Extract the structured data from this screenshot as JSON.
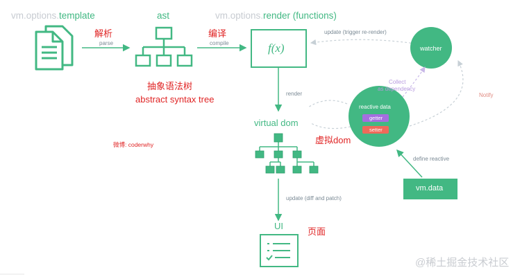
{
  "labels": {
    "template_prefix": "vm.options.",
    "template_word": "template",
    "ast": "ast",
    "render_prefix": "vm.options.",
    "render_word": "render (functions)",
    "parse_cn": "解析",
    "parse": "parse",
    "compile_cn": "编译",
    "compile": "compile",
    "fx": "f(x)",
    "update_trigger": "update (trigger re-render)",
    "watcher": "watcher",
    "ast_cn": "抽象语法树",
    "ast_en": "abstract syntax tree",
    "render": "render",
    "collect_line1": "Collect",
    "collect_line2": "as dependency",
    "notify": "Notify",
    "reactive_data": "reactive data",
    "getter": "getter",
    "setter": "setter",
    "virtual_dom": "virtual dom",
    "virtual_dom_cn": "虚拟dom",
    "weibo": "微博: coderwhy",
    "define_reactive": "define reactive",
    "vm_data": "vm.data",
    "update_diff": "update (diff and patch)",
    "ui": "UI",
    "page_cn": "页面",
    "watermark": "@稀土掘金技术社区"
  },
  "colors": {
    "green": "#42b883",
    "muted": "#c8ccd2",
    "red": "#e02424",
    "getter": "#a56ee0",
    "setter": "#ee6a5a"
  }
}
